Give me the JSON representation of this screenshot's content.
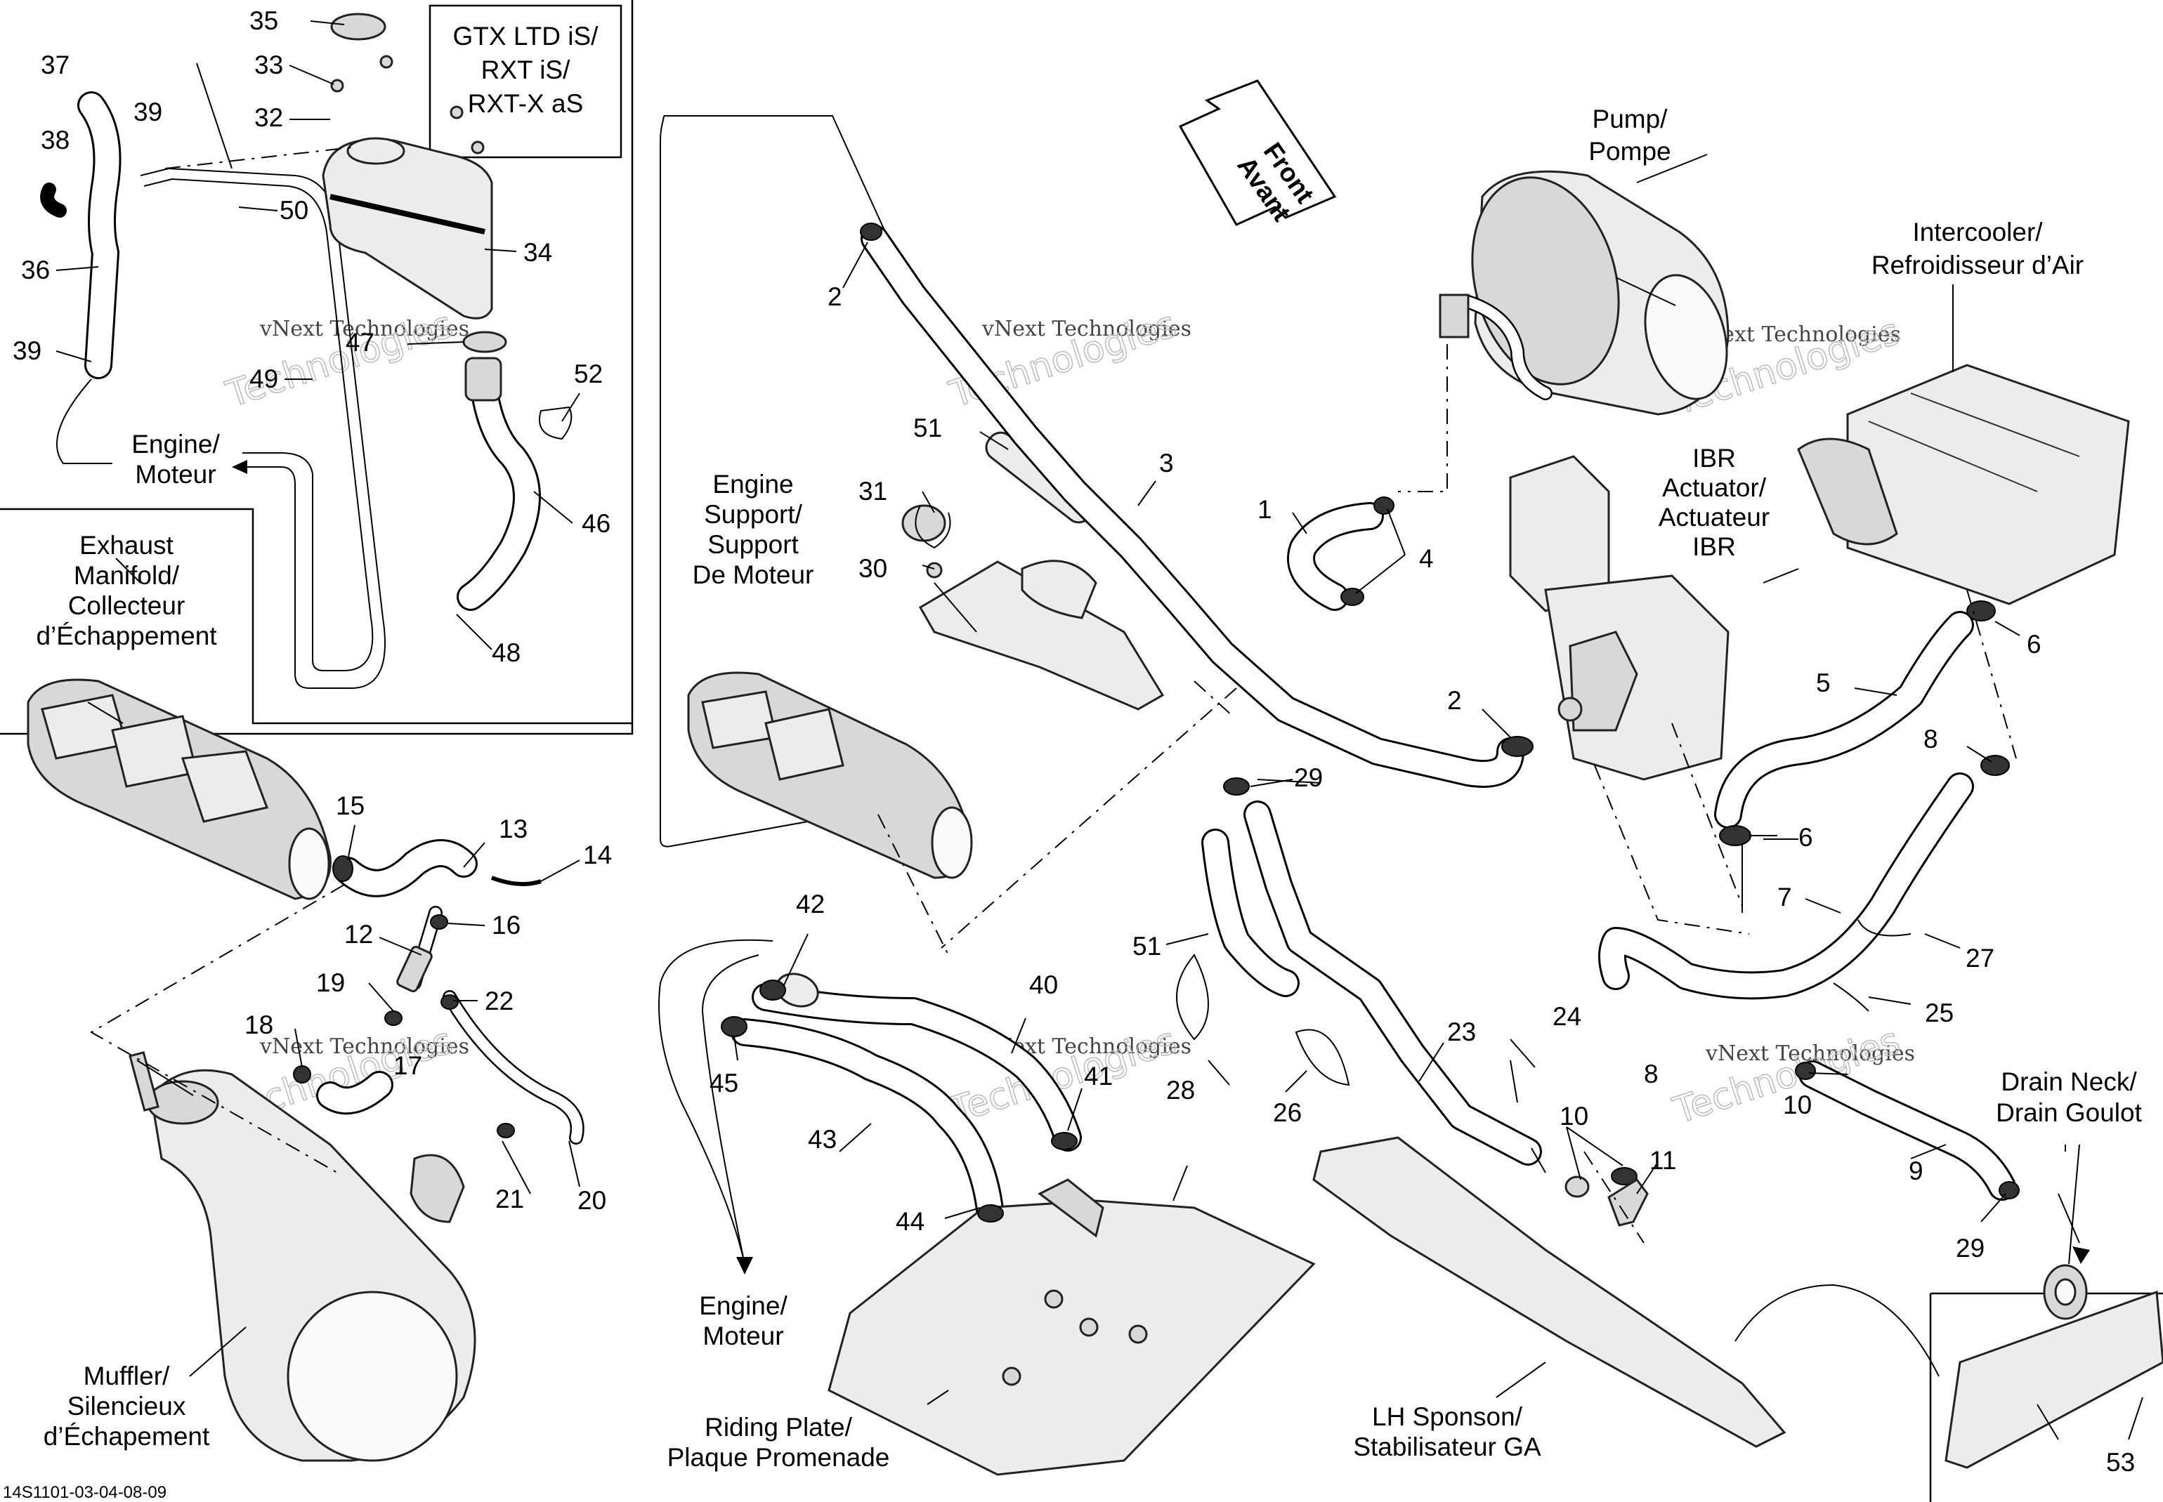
{
  "model_box": [
    "GTX LTD iS/",
    "RXT iS/",
    "RXT-X aS"
  ],
  "direction": [
    "Front",
    "Avant"
  ],
  "labels": {
    "pump": [
      "Pump/",
      "Pompe"
    ],
    "intercooler": [
      "Intercooler/",
      "Refroidisseur d’Air"
    ],
    "ibr_actuator": [
      "IBR",
      "Actuator/",
      "Actuateur",
      "IBR"
    ],
    "engine_support": [
      "Engine",
      "Support/",
      "Support",
      "De Moteur"
    ],
    "exhaust_manifold": [
      "Exhaust",
      "Manifold/",
      "Collecteur",
      "d’Échappement"
    ],
    "engine_top": [
      "Engine/",
      "Moteur"
    ],
    "engine_bottom": [
      "Engine/",
      "Moteur"
    ],
    "muffler": [
      "Muffler/",
      "Silencieux",
      "d’Échapement"
    ],
    "riding_plate": [
      "Riding Plate/",
      "Plaque Promenade"
    ],
    "lh_sponson": [
      "LH Sponson/",
      "Stabilisateur GA"
    ],
    "drain_neck": [
      "Drain Neck/",
      "Drain Goulot"
    ]
  },
  "watermark": [
    "vNext Technologies",
    "Technologies"
  ],
  "footer_code": "14S1101-03-04-08-09",
  "callouts": [
    "1",
    "2",
    "2",
    "3",
    "4",
    "5",
    "6",
    "6",
    "7",
    "8",
    "8",
    "9",
    "10",
    "10",
    "11",
    "12",
    "13",
    "14",
    "15",
    "16",
    "17",
    "18",
    "19",
    "20",
    "21",
    "22",
    "23",
    "24",
    "25",
    "26",
    "27",
    "28",
    "29",
    "29",
    "30",
    "31",
    "32",
    "33",
    "34",
    "35",
    "36",
    "37",
    "38",
    "39",
    "39",
    "40",
    "41",
    "42",
    "43",
    "44",
    "45",
    "46",
    "47",
    "48",
    "49",
    "50",
    "51",
    "51",
    "52",
    "53"
  ]
}
